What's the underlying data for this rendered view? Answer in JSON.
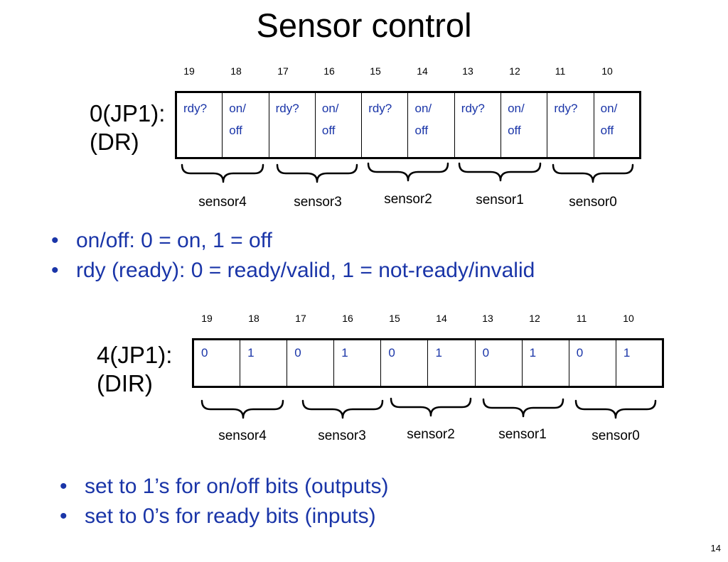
{
  "title": "Sensor control",
  "bit_numbers": [
    "19",
    "18",
    "17",
    "16",
    "15",
    "14",
    "13",
    "12",
    "11",
    "10"
  ],
  "register1": {
    "label_line1": "0(JP1):",
    "label_line2": "(DR)",
    "cells": [
      {
        "l1": "rdy?",
        "l2": ""
      },
      {
        "l1": "on/",
        "l2": "off"
      },
      {
        "l1": "rdy?",
        "l2": ""
      },
      {
        "l1": "on/",
        "l2": "off"
      },
      {
        "l1": "rdy?",
        "l2": ""
      },
      {
        "l1": "on/",
        "l2": "off"
      },
      {
        "l1": "rdy?",
        "l2": ""
      },
      {
        "l1": "on/",
        "l2": "off"
      },
      {
        "l1": "rdy?",
        "l2": ""
      },
      {
        "l1": "on/",
        "l2": "off"
      }
    ],
    "sensors": [
      "sensor4",
      "sensor3",
      "sensor2",
      "sensor1",
      "sensor0"
    ]
  },
  "bullets1": [
    "on/off: 0 = on, 1 = off",
    "rdy (ready): 0 = ready/valid, 1 = not-ready/invalid"
  ],
  "register2": {
    "label_line1": "4(JP1):",
    "label_line2": "(DIR)",
    "cells": [
      "0",
      "1",
      "0",
      "1",
      "0",
      "1",
      "0",
      "1",
      "0",
      "1"
    ],
    "sensors": [
      "sensor4",
      "sensor3",
      "sensor2",
      "sensor1",
      "sensor0"
    ]
  },
  "bullets2": [
    "set to 1’s for on/off bits (outputs)",
    "set to 0’s for ready bits (inputs)"
  ],
  "bullet_char": "•",
  "page_number": "14",
  "colors": {
    "text_blue": "#1a35a8",
    "text_black": "#000000"
  }
}
